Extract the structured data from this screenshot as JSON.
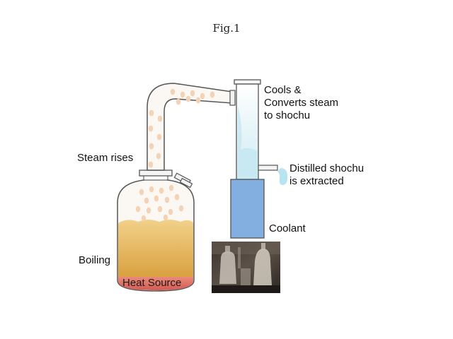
{
  "figure": {
    "title": "Fig.1"
  },
  "labels": {
    "cools": [
      "Cools &",
      "Converts steam",
      "to shochu"
    ],
    "steam_rises": "Steam rises",
    "distilled": [
      "Distilled shochu",
      "is extracted"
    ],
    "coolant": "Coolant",
    "boiling": "Boiling",
    "heat_source": "Heat Source"
  },
  "colors": {
    "liquid": "#e9b85a",
    "heat": "#e07266",
    "coolant": "#82aee0",
    "steam": "#f3d2b6",
    "outline": "#555555",
    "condensate": "#b8e3ef"
  }
}
